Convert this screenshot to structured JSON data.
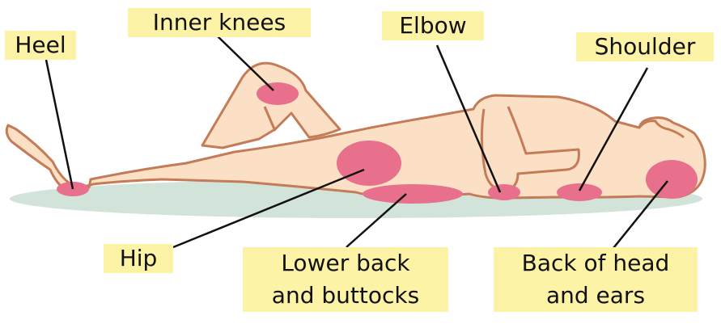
{
  "colors": {
    "skin": "#fbe0c5",
    "outline": "#c47b58",
    "pressure": "#e8708d",
    "shadow": "#d2e4da",
    "label_bg": "#fdf3a6",
    "line": "#111111"
  },
  "labels": {
    "heel": "Heel",
    "inner_knees": "Inner knees",
    "elbow": "Elbow",
    "shoulder": "Shoulder",
    "hip": "Hip",
    "lower_back_line1": "Lower back",
    "lower_back_line2": "and buttocks",
    "head_line1": "Back of head",
    "head_line2": "and ears"
  }
}
